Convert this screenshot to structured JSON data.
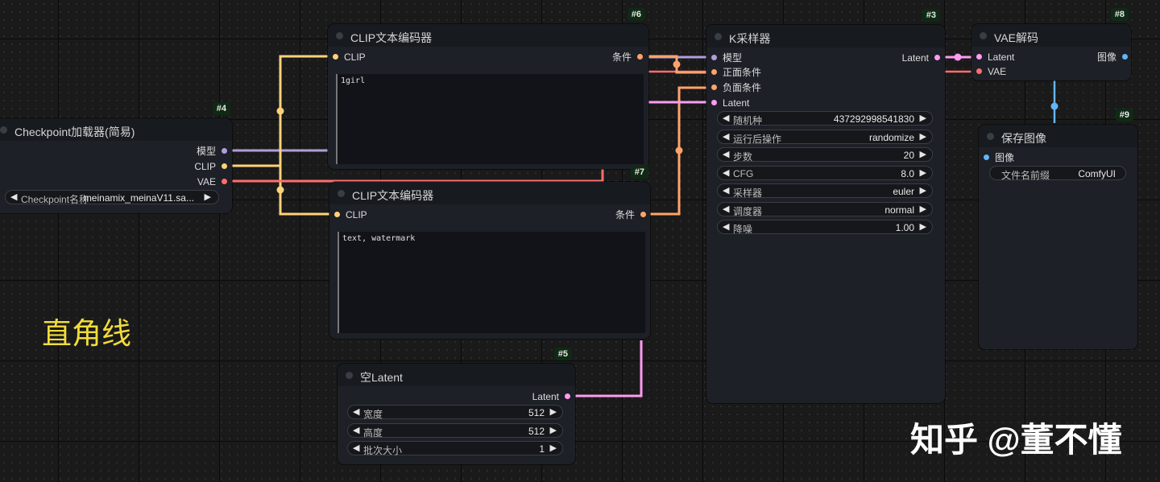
{
  "colors": {
    "model": "#b39ddb",
    "clip": "#ffd27a",
    "vae": "#ff6e6e",
    "conditioning": "#ffa36b",
    "latent": "#ff9cf0",
    "image": "#64b5f6",
    "badge_bg": "#0f2a14",
    "overlay_left": "#f2dc3a",
    "overlay_right": "#ffffff"
  },
  "nodes": {
    "checkpoint": {
      "id": "#4",
      "title": "Checkpoint加载器(简易)",
      "outputs": [
        "模型",
        "CLIP",
        "VAE"
      ],
      "widget": {
        "label": "Checkpoint名称",
        "value": "meinamix_meinaV11.sa..."
      }
    },
    "clip_pos": {
      "id": "#6",
      "title": "CLIP文本编码器",
      "input": "CLIP",
      "output": "条件",
      "text": "1girl"
    },
    "clip_neg": {
      "id": "#7",
      "title": "CLIP文本编码器",
      "input": "CLIP",
      "output": "条件",
      "text": "text, watermark"
    },
    "empty_latent": {
      "id": "#5",
      "title": "空Latent",
      "output": "Latent",
      "widgets": [
        {
          "label": "宽度",
          "value": "512"
        },
        {
          "label": "高度",
          "value": "512"
        },
        {
          "label": "批次大小",
          "value": "1"
        }
      ]
    },
    "ksampler": {
      "id": "#3",
      "title": "K采样器",
      "inputs": [
        "模型",
        "正面条件",
        "负面条件",
        "Latent"
      ],
      "output": "Latent",
      "widgets": [
        {
          "label": "随机种",
          "value": "437292998541830"
        },
        {
          "label": "运行后操作",
          "value": "randomize"
        },
        {
          "label": "步数",
          "value": "20"
        },
        {
          "label": "CFG",
          "value": "8.0"
        },
        {
          "label": "采样器",
          "value": "euler"
        },
        {
          "label": "调度器",
          "value": "normal"
        },
        {
          "label": "降噪",
          "value": "1.00"
        }
      ]
    },
    "vae_decode": {
      "id": "#8",
      "title": "VAE解码",
      "inputs": [
        "Latent",
        "VAE"
      ],
      "output": "图像"
    },
    "save_image": {
      "id": "#9",
      "title": "保存图像",
      "input": "图像",
      "widget": {
        "label": "文件名前缀",
        "value": "ComfyUI"
      }
    }
  },
  "overlay": {
    "link_style": "直角线",
    "watermark": "知乎 @董不懂"
  },
  "icons": {
    "decrement": "◀",
    "increment": "▶"
  }
}
